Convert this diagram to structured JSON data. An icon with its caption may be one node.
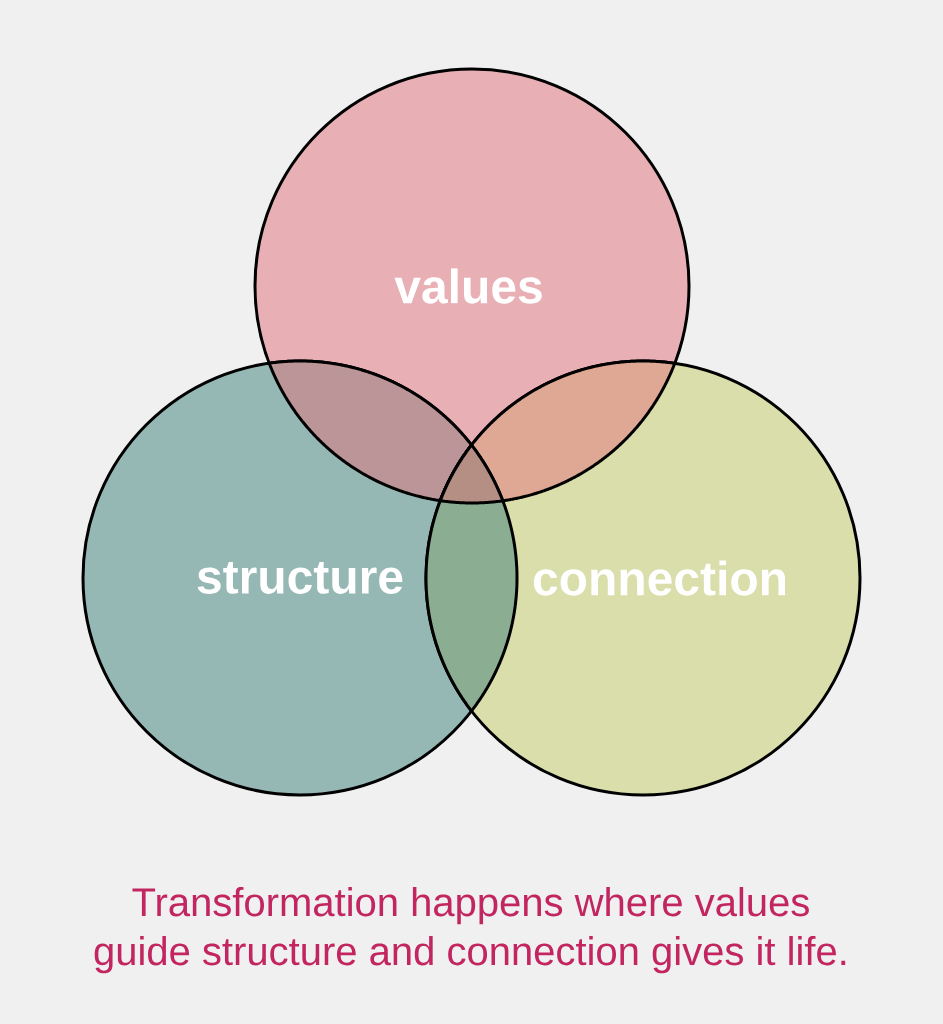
{
  "diagram": {
    "caption": "Transformation happens where values guide structure and connection gives it life.",
    "nodes": [
      {
        "text": [
          "values"
        ]
      },
      {
        "text": [
          "structure"
        ]
      },
      {
        "text": [
          "connection"
        ]
      }
    ]
  }
}
